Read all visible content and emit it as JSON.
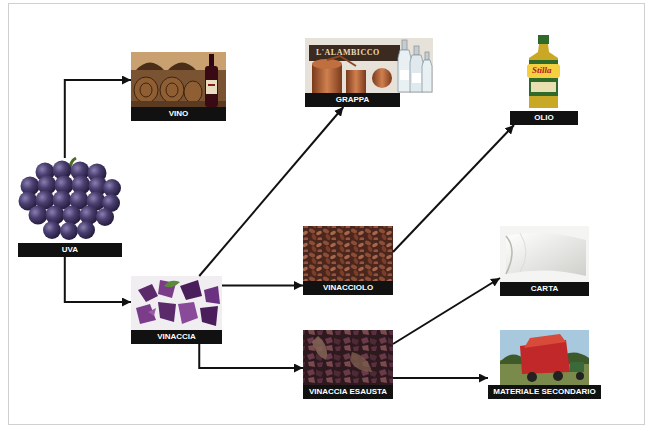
{
  "diagram": {
    "nodes": [
      {
        "text": [
          "UVA"
        ]
      },
      {
        "text": [
          "VINO"
        ]
      },
      {
        "text": [
          "GRAPPA"
        ]
      },
      {
        "text": [
          "OLIO"
        ]
      },
      {
        "text": [
          "VINACCIA"
        ]
      },
      {
        "text": [
          "VINACCIOLO"
        ]
      },
      {
        "text": [
          "CARTA"
        ]
      },
      {
        "text": [
          "VINACCIA ESAUSTA"
        ]
      },
      {
        "text": [
          "MATERIALE SECONDARIO"
        ]
      }
    ],
    "edges": [
      {
        "from": 0,
        "to": 1,
        "arrow": "to"
      },
      {
        "from": 0,
        "to": 4,
        "arrow": "to"
      },
      {
        "from": 4,
        "to": 2,
        "arrow": "to"
      },
      {
        "from": 4,
        "to": 5,
        "arrow": "to"
      },
      {
        "from": 4,
        "to": 7,
        "arrow": "to"
      },
      {
        "from": 5,
        "to": 3,
        "arrow": "to"
      },
      {
        "from": 7,
        "to": 6,
        "arrow": "to"
      },
      {
        "from": 7,
        "to": 8,
        "arrow": "to"
      }
    ],
    "labels": [
      "L'ALAMBICCO",
      "Stilla"
    ]
  }
}
